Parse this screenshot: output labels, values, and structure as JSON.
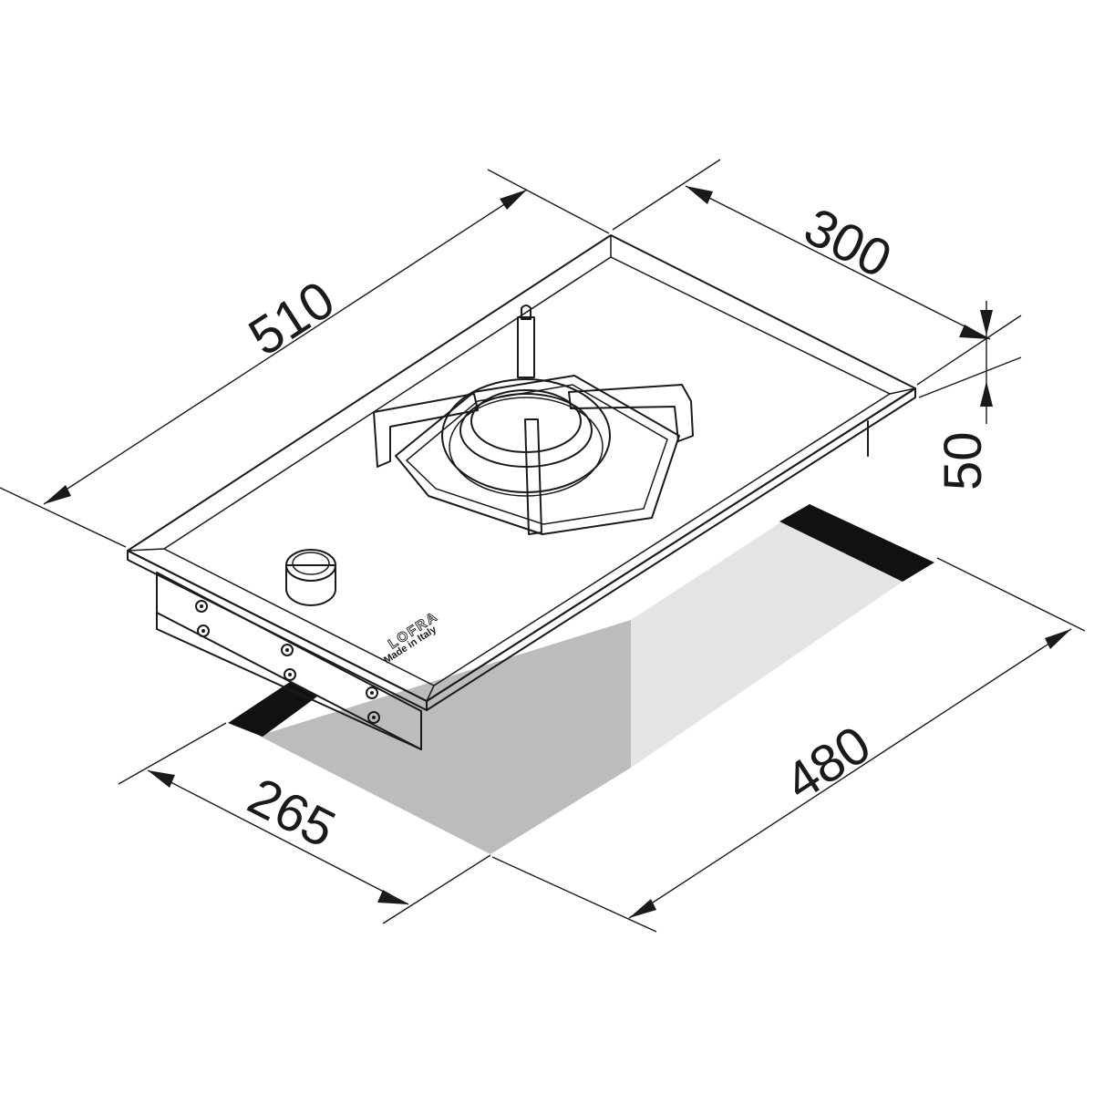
{
  "dimensions": {
    "top_length": "510",
    "top_width": "300",
    "height": "50",
    "cutout_length": "480",
    "cutout_width": "265"
  },
  "brand": {
    "name": "LOFRA",
    "tagline": "Made in Italy"
  },
  "colors": {
    "line": "#1a1a1a",
    "cutout_dark": "#bcbcbc",
    "cutout_light": "#e4e4e4",
    "seal": "#111111"
  }
}
